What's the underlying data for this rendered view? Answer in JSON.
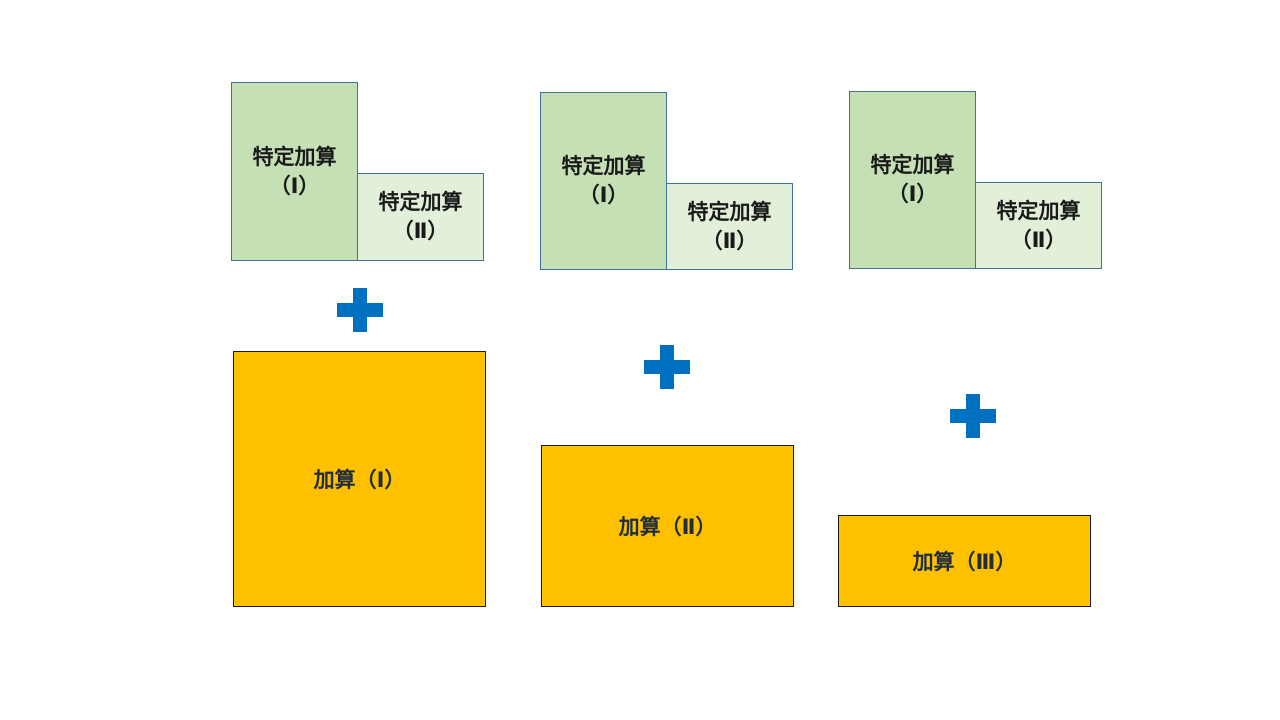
{
  "groups": [
    {
      "specific_1": {
        "line1": "特定加算",
        "line2": "（Ⅰ）"
      },
      "specific_2": {
        "line1": "特定加算",
        "line2": "（Ⅱ）"
      },
      "addition": "加算（Ⅰ）"
    },
    {
      "specific_1": {
        "line1": "特定加算",
        "line2": "（Ⅰ）"
      },
      "specific_2": {
        "line1": "特定加算",
        "line2": "（Ⅱ）"
      },
      "addition": "加算（Ⅱ）"
    },
    {
      "specific_1": {
        "line1": "特定加算",
        "line2": "（Ⅰ）"
      },
      "specific_2": {
        "line1": "特定加算",
        "line2": "（Ⅱ）"
      },
      "addition": "加算（Ⅲ）"
    }
  ],
  "colors": {
    "specific_1_fill": "#c5e0b4",
    "specific_2_fill": "#e2f0d9",
    "addition_fill": "#ffc000",
    "plus": "#0070c0",
    "border": "#41719c"
  },
  "icons": {
    "plus": "plus-icon"
  }
}
